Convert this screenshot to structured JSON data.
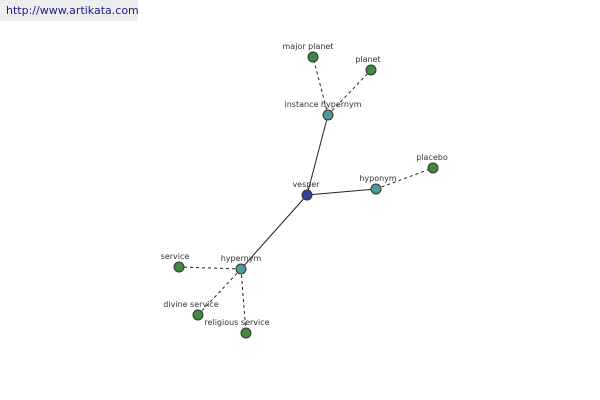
{
  "header": {
    "url_text": "http://www.artikata.com"
  },
  "colors": {
    "root": "#3c3c9a",
    "relation": "#4e9a9a",
    "leaf": "#3f8a3f"
  },
  "graph": {
    "root": "vesper",
    "nodes": [
      {
        "id": "vesper",
        "label": "vesper",
        "kind": "root"
      },
      {
        "id": "instance-hypernym",
        "label": "instance hypernym",
        "kind": "relation"
      },
      {
        "id": "hyponym",
        "label": "hyponym",
        "kind": "relation"
      },
      {
        "id": "hypernym",
        "label": "hypernym",
        "kind": "relation"
      },
      {
        "id": "major-planet",
        "label": "major planet",
        "kind": "leaf"
      },
      {
        "id": "planet",
        "label": "planet",
        "kind": "leaf"
      },
      {
        "id": "placebo",
        "label": "placebo",
        "kind": "leaf"
      },
      {
        "id": "service",
        "label": "service",
        "kind": "leaf"
      },
      {
        "id": "divine-service",
        "label": "divine service",
        "kind": "leaf"
      },
      {
        "id": "religious-service",
        "label": "religious service",
        "kind": "leaf"
      }
    ],
    "edges": [
      {
        "from": "vesper",
        "to": "instance-hypernym",
        "style": "solid"
      },
      {
        "from": "vesper",
        "to": "hyponym",
        "style": "solid"
      },
      {
        "from": "vesper",
        "to": "hypernym",
        "style": "solid"
      },
      {
        "from": "instance-hypernym",
        "to": "major-planet",
        "style": "dashed"
      },
      {
        "from": "instance-hypernym",
        "to": "planet",
        "style": "dashed"
      },
      {
        "from": "hyponym",
        "to": "placebo",
        "style": "dashed"
      },
      {
        "from": "hypernym",
        "to": "service",
        "style": "dashed"
      },
      {
        "from": "hypernym",
        "to": "divine-service",
        "style": "dashed"
      },
      {
        "from": "hypernym",
        "to": "religious-service",
        "style": "dashed"
      }
    ]
  }
}
